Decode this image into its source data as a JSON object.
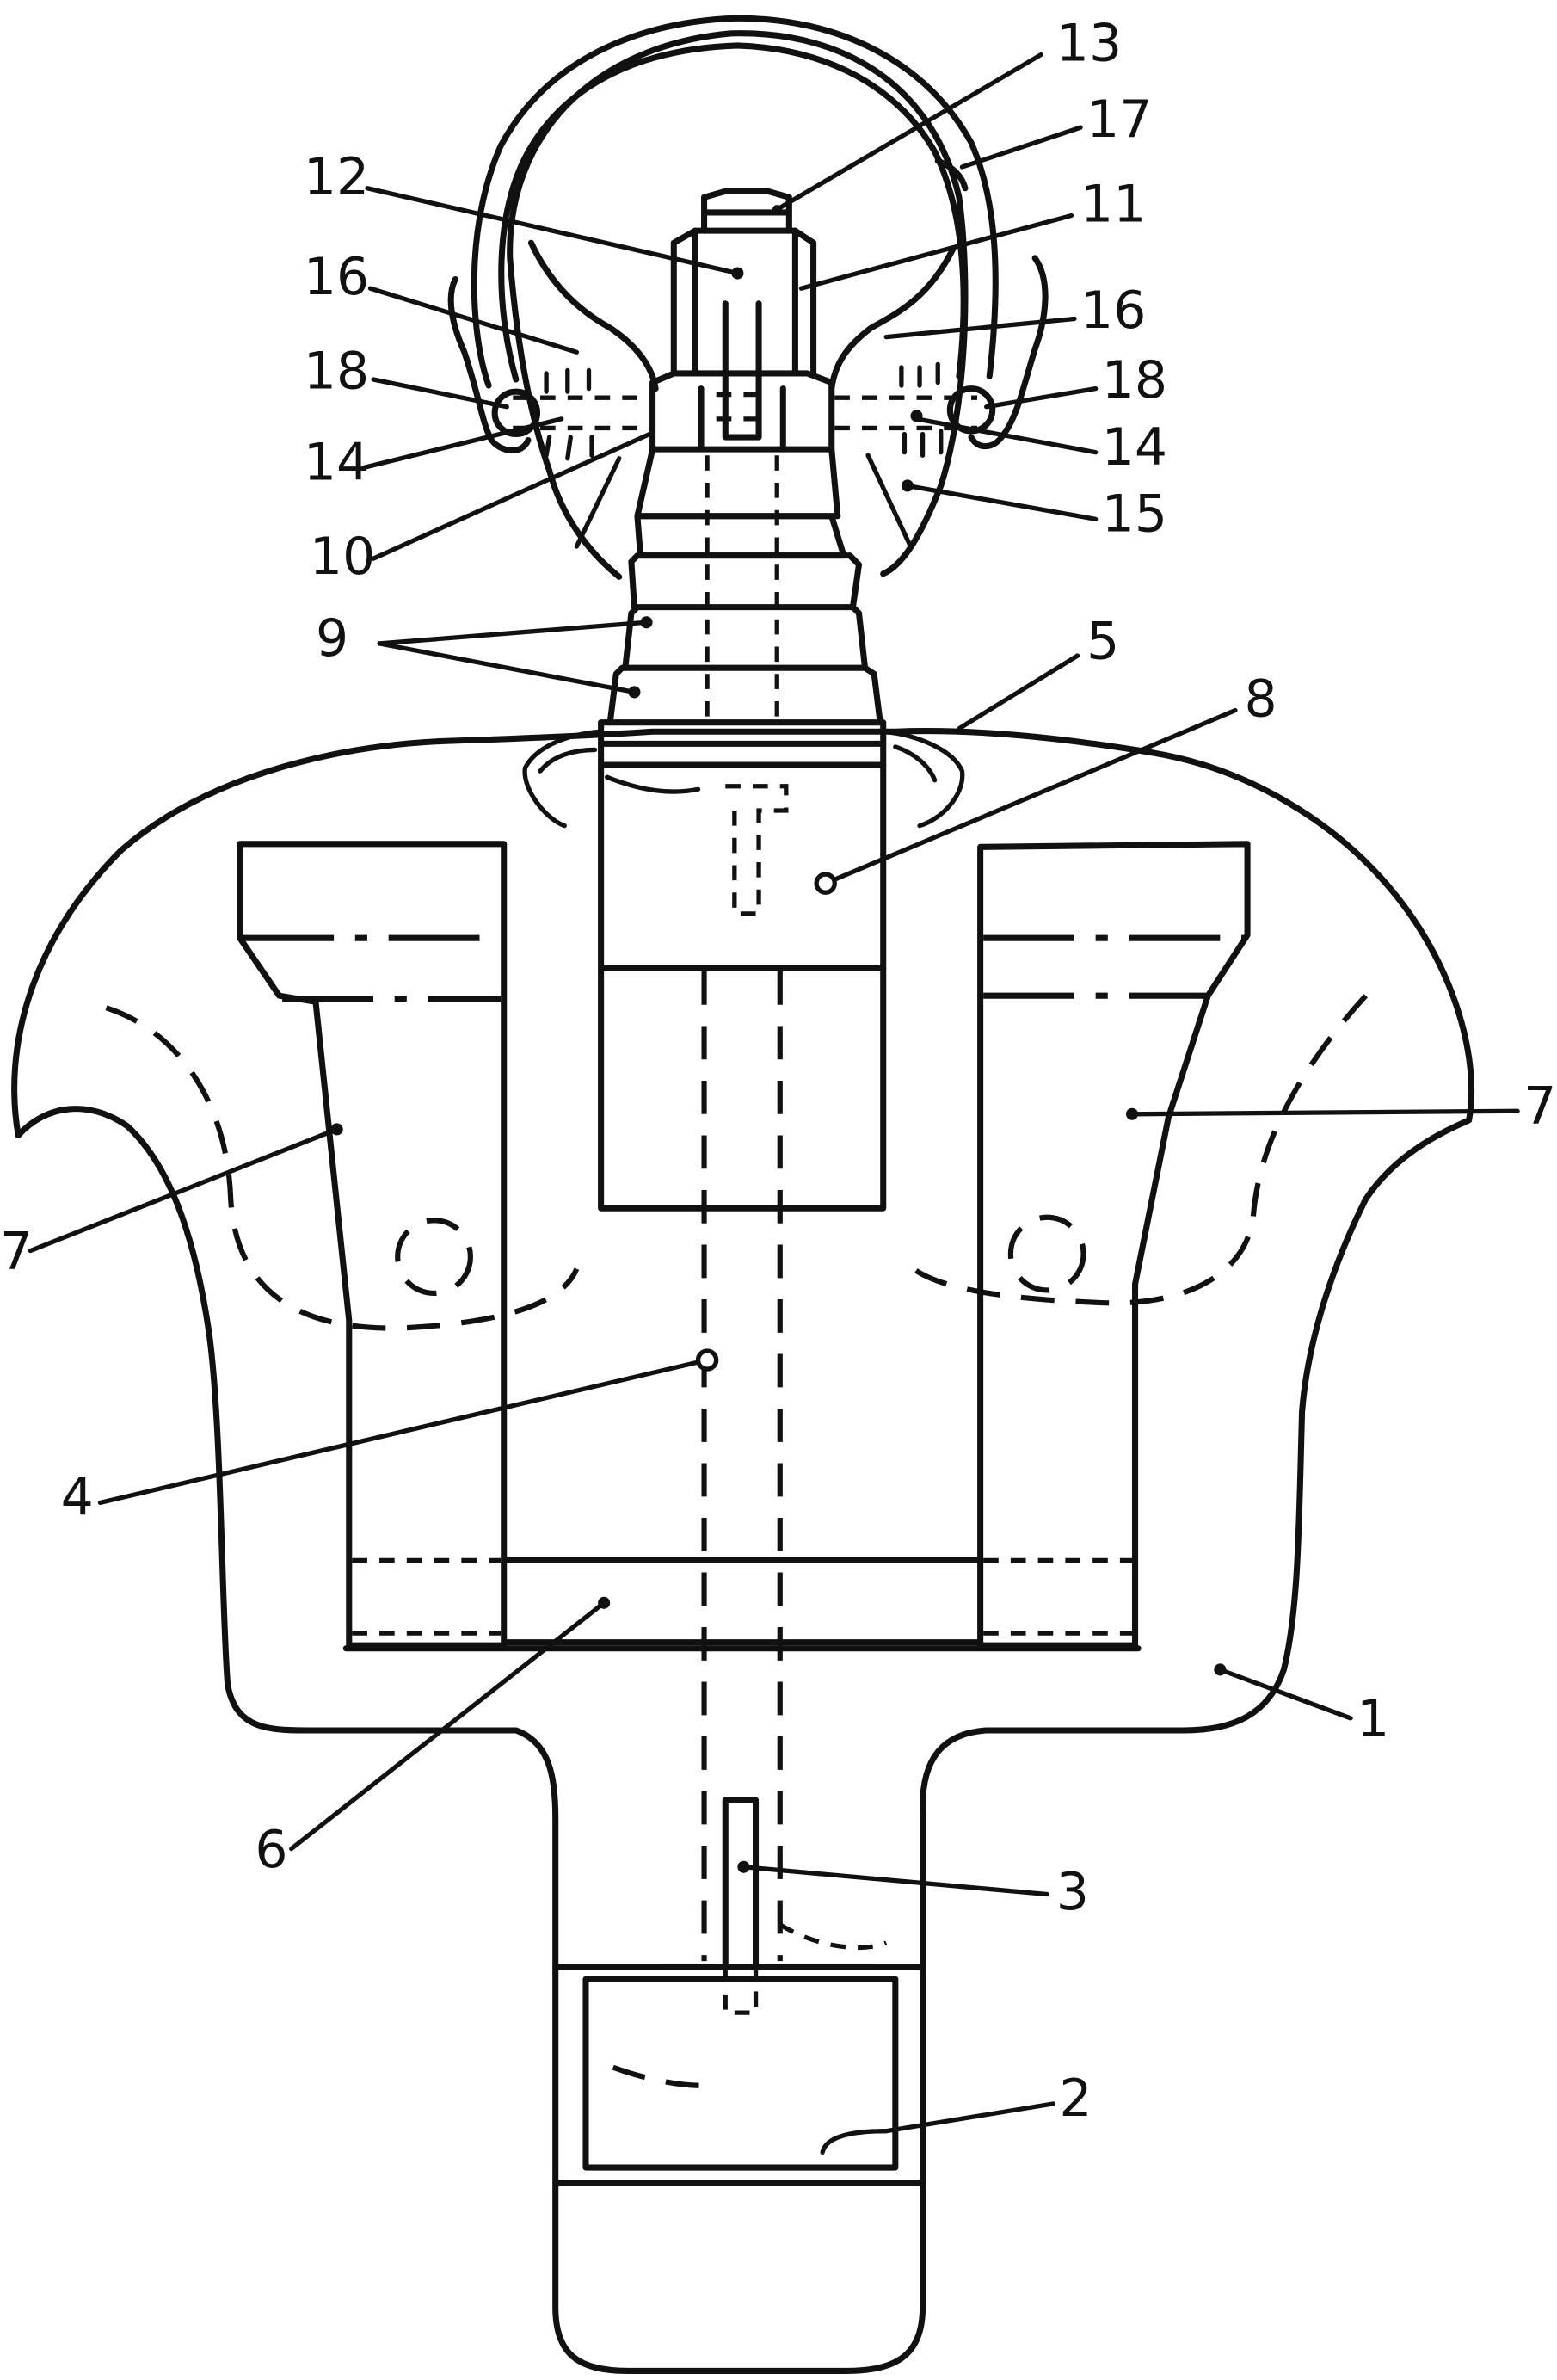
{
  "figure": {
    "labels": [
      {
        "id": "1",
        "text": "1"
      },
      {
        "id": "2",
        "text": "2"
      },
      {
        "id": "3",
        "text": "3"
      },
      {
        "id": "4",
        "text": "4"
      },
      {
        "id": "5",
        "text": "5"
      },
      {
        "id": "6",
        "text": "6"
      },
      {
        "id": "7l",
        "text": "7"
      },
      {
        "id": "7r",
        "text": "7"
      },
      {
        "id": "8",
        "text": "8"
      },
      {
        "id": "9",
        "text": "9"
      },
      {
        "id": "10",
        "text": "10"
      },
      {
        "id": "11",
        "text": "11"
      },
      {
        "id": "12",
        "text": "12"
      },
      {
        "id": "13",
        "text": "13"
      },
      {
        "id": "14l",
        "text": "14"
      },
      {
        "id": "14r",
        "text": "14"
      },
      {
        "id": "15",
        "text": "15"
      },
      {
        "id": "16l",
        "text": "16"
      },
      {
        "id": "16r",
        "text": "16"
      },
      {
        "id": "17",
        "text": "17"
      },
      {
        "id": "18l",
        "text": "18"
      },
      {
        "id": "18r",
        "text": "18"
      }
    ]
  }
}
